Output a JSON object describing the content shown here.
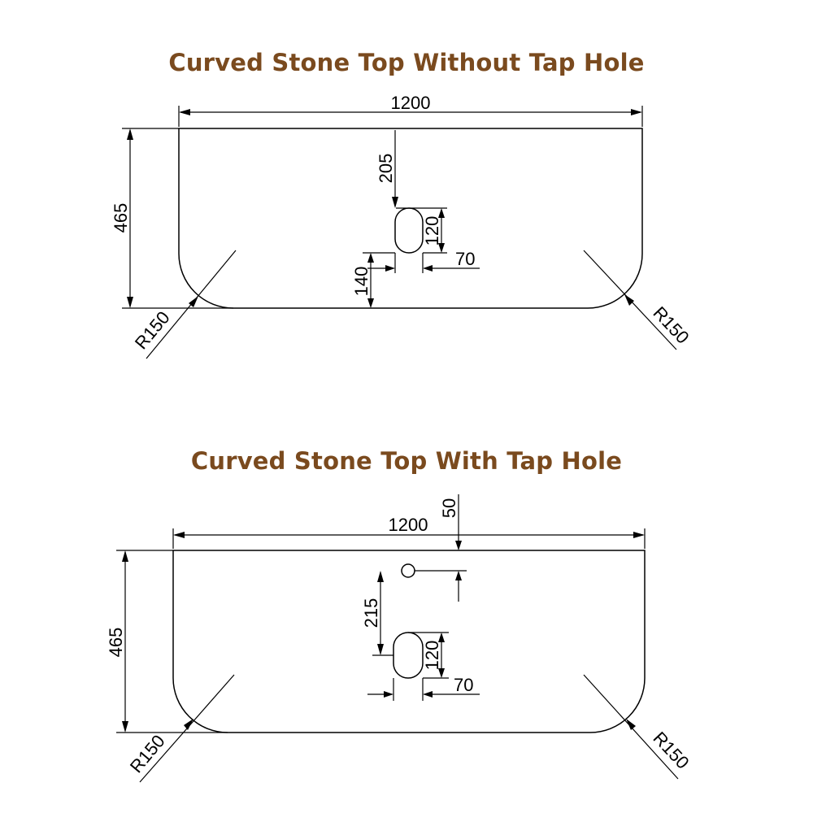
{
  "diagrams": [
    {
      "title": "Curved Stone Top Without Tap Hole",
      "dims": {
        "width": "1200",
        "depth": "465",
        "to_basin": "205",
        "basin_length": "120",
        "basin_width": "70",
        "to_front": "140",
        "radius_left": "R150",
        "radius_right": "R150"
      }
    },
    {
      "title": "Curved Stone Top With Tap Hole",
      "dims": {
        "width": "1200",
        "depth": "465",
        "tap_offset": "50",
        "tap_to_basin": "215",
        "basin_length": "120",
        "basin_width": "70",
        "radius_left": "R150",
        "radius_right": "R150"
      }
    }
  ]
}
